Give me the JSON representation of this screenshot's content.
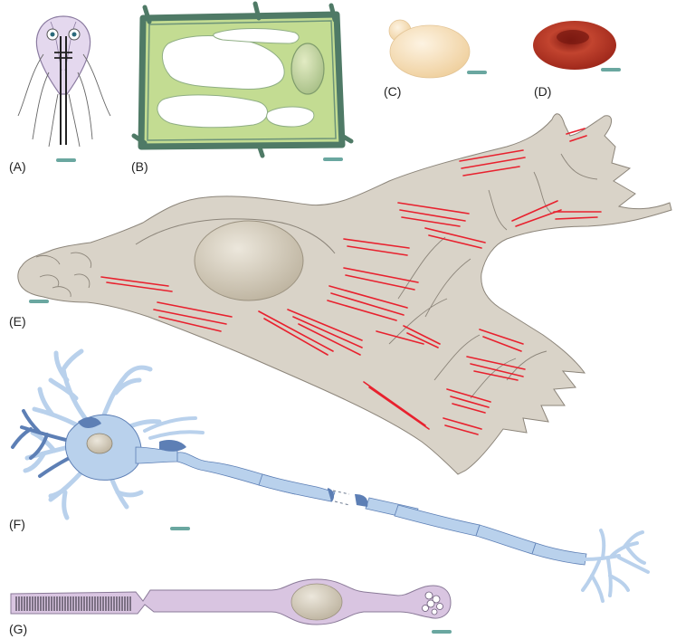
{
  "panels": [
    {
      "id": "A",
      "label": "(A)"
    },
    {
      "id": "B",
      "label": "(B)"
    },
    {
      "id": "C",
      "label": "(C)"
    },
    {
      "id": "D",
      "label": "(D)"
    },
    {
      "id": "E",
      "label": "(E)"
    },
    {
      "id": "F",
      "label": "(F)"
    },
    {
      "id": "G",
      "label": "(G)"
    }
  ],
  "colors": {
    "giardia_body": "#e4d8ee",
    "plant_cell_wall": "#4f7a66",
    "plant_cytoplasm": "#c3dc92",
    "vacuole": "#ffffff",
    "yeast": "#f7dfb7",
    "red_blood_cell": "#b5362a",
    "fibroblast": "#d9d3c8",
    "stress_fibers": "#e8212e",
    "neuron": "#b9d1ec",
    "neuron_dark": "#5d7fb5",
    "photoreceptor": "#d9c5e1",
    "nucleus": "#cfc6b5",
    "scale_bar": "#6aa7a0"
  }
}
